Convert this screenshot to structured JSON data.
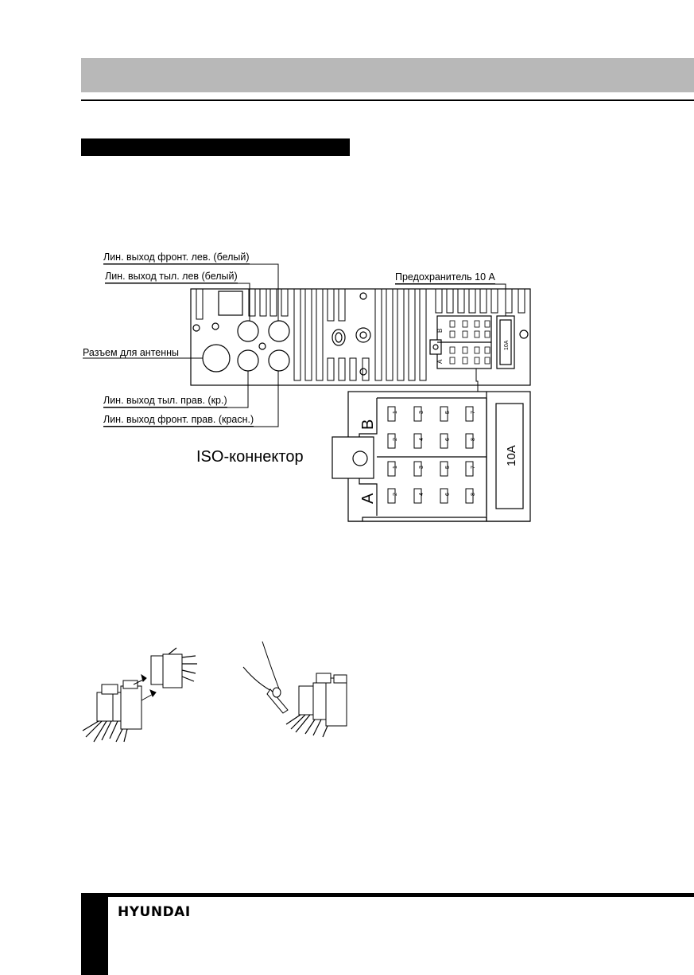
{
  "brand": "HYUNDAI",
  "labels": {
    "line_out_front_left": "Лин. выход фронт. лев. (белый)",
    "line_out_rear_left": "Лин. выход тыл. лев (белый)",
    "antenna_socket": "Разъем для антенны",
    "line_out_rear_right": "Лин. выход тыл. прав. (кр.)",
    "line_out_front_right": "Лин. выход фронт. прав. (красн.)",
    "fuse": "Предохранитель 10 А",
    "iso_connector": "ISO-коннектор"
  },
  "connector": {
    "block_b": "B",
    "block_a": "A",
    "fuse_rating": "10A",
    "pins_top": [
      "1",
      "3",
      "5",
      "7"
    ],
    "pins_bottom": [
      "2",
      "4",
      "6",
      "8"
    ]
  }
}
